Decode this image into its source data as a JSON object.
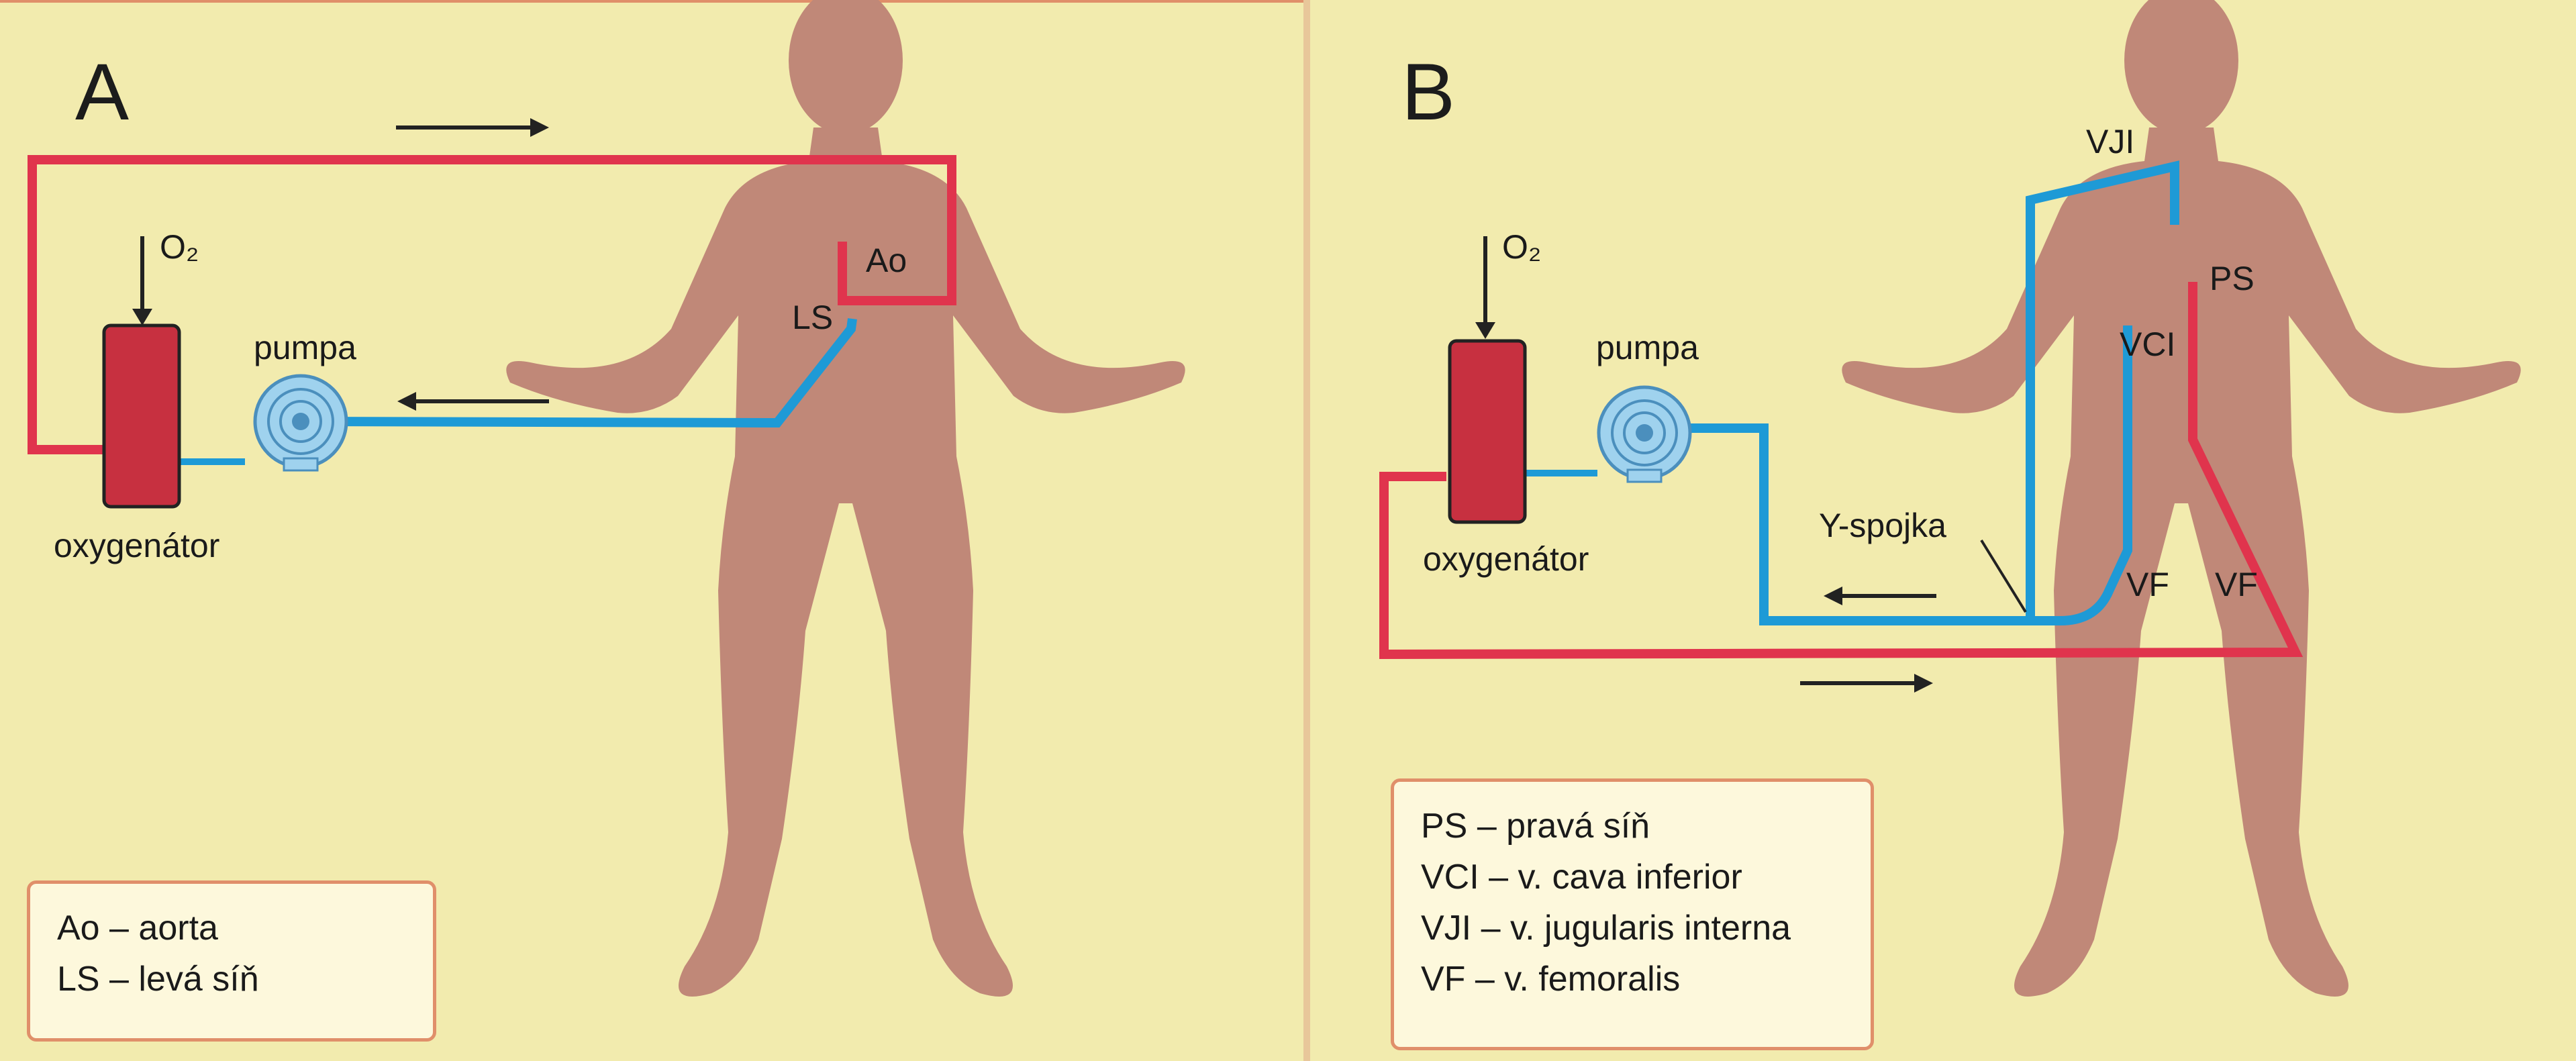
{
  "panels": {
    "a": {
      "letter": "A",
      "labels": {
        "o2": "O₂",
        "pump": "pumpa",
        "oxygenator": "oxygenátor",
        "ao": "Ao",
        "ls": "LS"
      },
      "legend": [
        "Ao – aorta",
        "LS – levá síň"
      ]
    },
    "b": {
      "letter": "B",
      "labels": {
        "o2": "O₂",
        "pump": "pumpa",
        "oxygenator": "oxygenátor",
        "vji": "VJI",
        "ps": "PS",
        "vci": "VCI",
        "yspojka": "Y-spojka",
        "vf_left": "VF",
        "vf_right": "VF"
      },
      "legend": [
        "PS – pravá síň",
        "VCI – v. cava inferior",
        "VJI – v. jugularis interna",
        "VF – v. femoralis"
      ]
    }
  },
  "colors": {
    "background": "#f2ebae",
    "body": "#c08878",
    "oxygenated_line": "#e0344d",
    "deoxygenated_line": "#1e9ad6",
    "oxygenator": "#c73040",
    "pump": "#9fd2ee",
    "divider": "#e8c79a",
    "legend_border": "#e08f6a"
  }
}
